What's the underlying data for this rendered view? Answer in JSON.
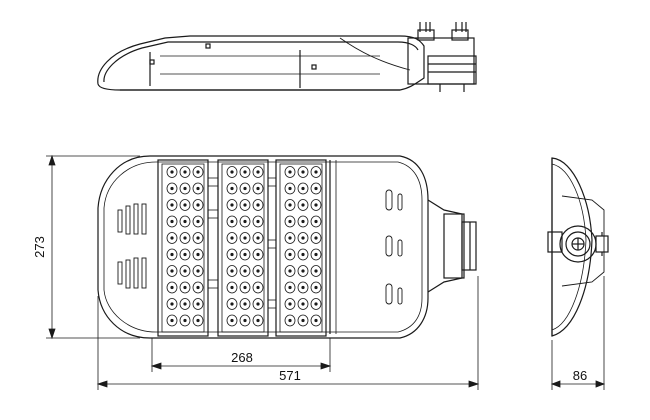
{
  "drawing": {
    "dimensions": {
      "module_width": "268",
      "overall_length": "571",
      "overall_width": "273",
      "side_depth": "86"
    },
    "colors": {
      "line": "#1a1a1a",
      "background": "#ffffff"
    }
  }
}
